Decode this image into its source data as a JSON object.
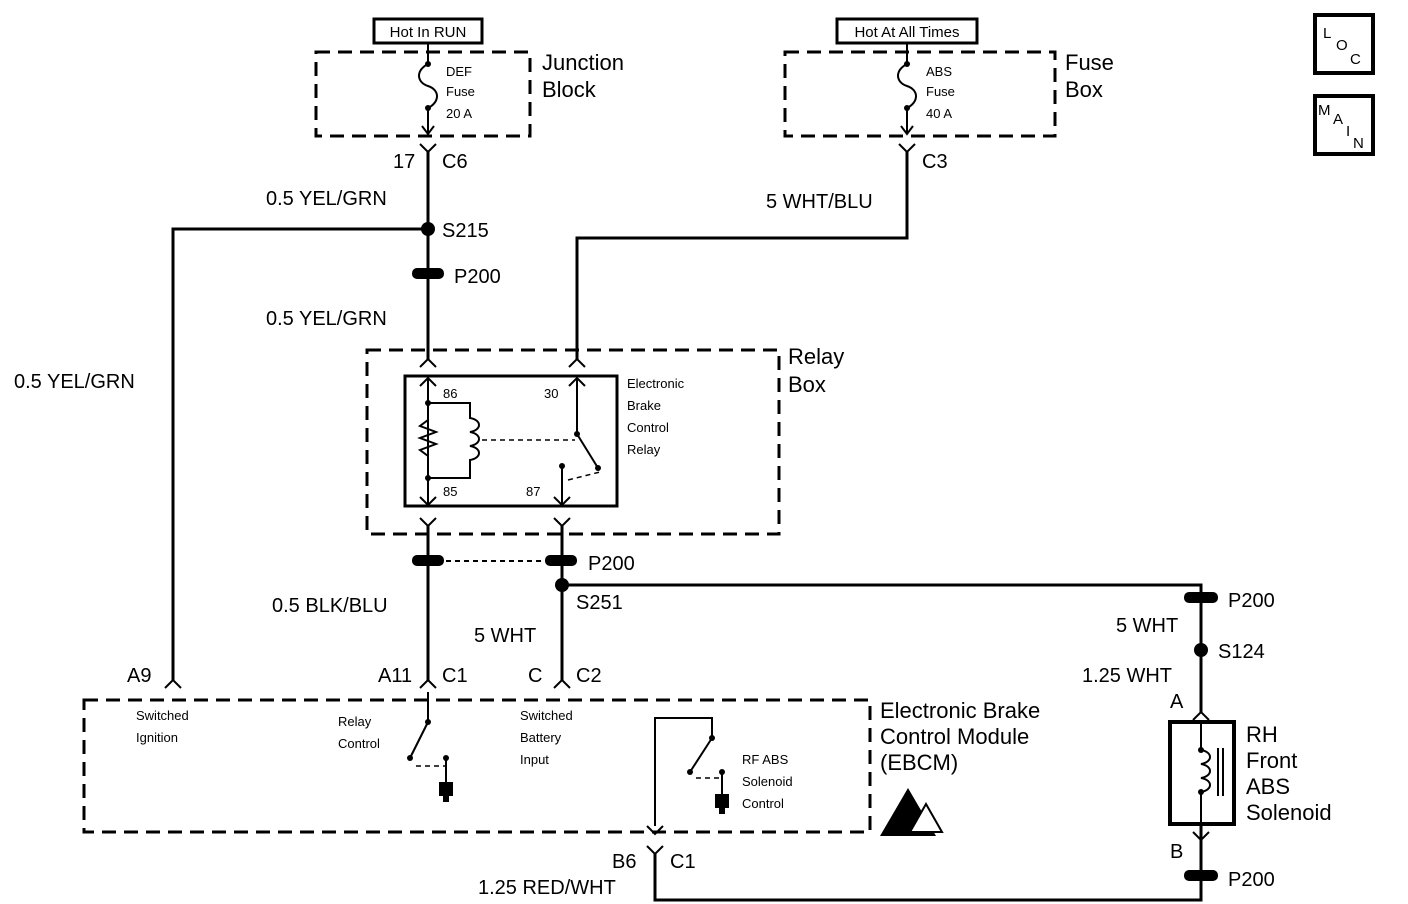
{
  "nav": {
    "loc": [
      "L",
      "O",
      "C"
    ],
    "main": [
      "M",
      "A",
      "I",
      "N"
    ]
  },
  "sources": {
    "run": "Hot In RUN",
    "always": "Hot At All Times"
  },
  "junction_block": {
    "name_l1": "Junction",
    "name_l2": "Block",
    "fuse_l1": "DEF",
    "fuse_l2": "Fuse",
    "fuse_l3": "20 A"
  },
  "fuse_box": {
    "name_l1": "Fuse",
    "name_l2": "Box",
    "fuse_l1": "ABS",
    "fuse_l2": "Fuse",
    "fuse_l3": "40 A"
  },
  "connectors": {
    "c6_pin": "17",
    "c6": "C6",
    "c3": "C3",
    "s215": "S215",
    "p200_a": "P200",
    "p200_b": "P200",
    "p200_c": "P200",
    "p200_d": "P200",
    "s251": "S251",
    "s124": "S124",
    "a9": "A9",
    "a11": "A11",
    "c1_top": "C1",
    "c_pin": "C",
    "c2": "C2",
    "b6": "B6",
    "c1_bot": "C1",
    "a_pin": "A",
    "b_pin": "B"
  },
  "wires": {
    "w1": "0.5 YEL/GRN",
    "w2": "0.5 YEL/GRN",
    "w3": "0.5 YEL/GRN",
    "w4": "5 WHT/BLU",
    "w5": "0.5 BLK/BLU",
    "w6": "5 WHT",
    "w7": "5 WHT",
    "w8": "1.25 WHT",
    "w9": "1.25 RED/WHT"
  },
  "relay_box": {
    "name_l1": "Relay",
    "name_l2": "Box"
  },
  "relay": {
    "pin86": "86",
    "pin30": "30",
    "pin85": "85",
    "pin87": "87",
    "name_l1": "Electronic",
    "name_l2": "Brake",
    "name_l3": "Control",
    "name_l4": "Relay"
  },
  "ebcm": {
    "name_l1": "Electronic Brake",
    "name_l2": "Control Module",
    "name_l3": "(EBCM)",
    "sw_ign_l1": "Switched",
    "sw_ign_l2": "Ignition",
    "relay_ctrl_l1": "Relay",
    "relay_ctrl_l2": "Control",
    "sw_bat_l1": "Switched",
    "sw_bat_l2": "Battery",
    "sw_bat_l3": "Input",
    "sol_l1": "RF ABS",
    "sol_l2": "Solenoid",
    "sol_l3": "Control"
  },
  "solenoid": {
    "l1": "RH",
    "l2": "Front",
    "l3": "ABS",
    "l4": "Solenoid"
  }
}
